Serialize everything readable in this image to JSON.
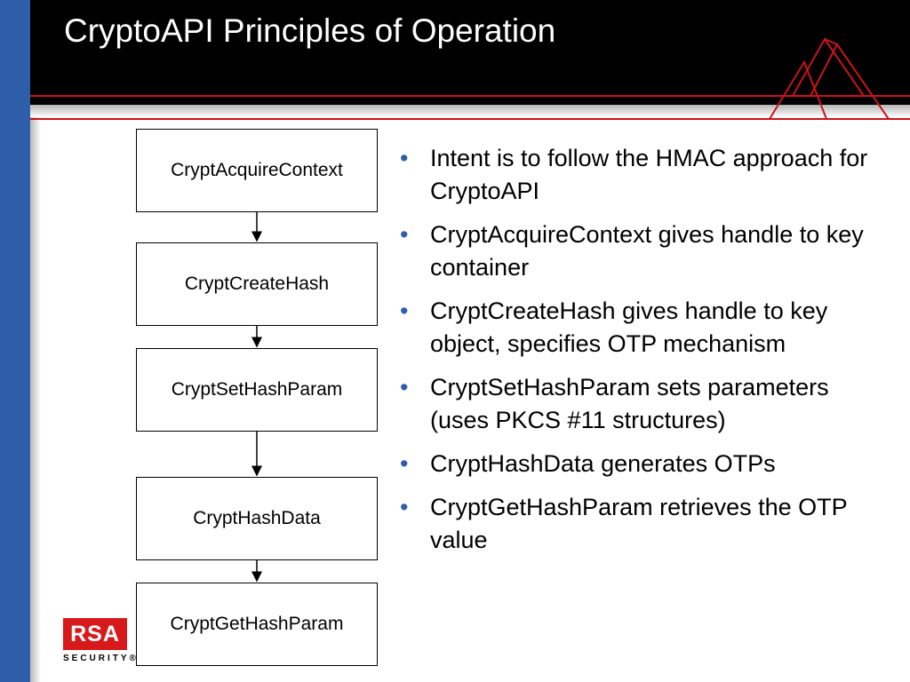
{
  "slide": {
    "title": "CryptoAPI Principles of Operation"
  },
  "flow": {
    "steps": [
      "CryptAcquireContext",
      "CryptCreateHash",
      "CryptSetHashParam",
      "CryptHashData",
      "CryptGetHashParam"
    ]
  },
  "bullets": [
    "Intent is to follow the HMAC approach for CryptoAPI",
    "CryptAcquireContext gives handle to key container",
    "CryptCreateHash gives handle to key object, specifies OTP mechanism",
    "CryptSetHashParam sets parameters (uses PKCS #11 structures)",
    "CryptHashData generates OTPs",
    "CryptGetHashParam retrieves the OTP value"
  ],
  "logo": {
    "mark": "RSA",
    "sub": "SECURITY®"
  },
  "colors": {
    "header": "#000000",
    "side_bar": "#2f5ea8",
    "accent_red": "#d7191c",
    "bullet": "#2f5ea8"
  }
}
